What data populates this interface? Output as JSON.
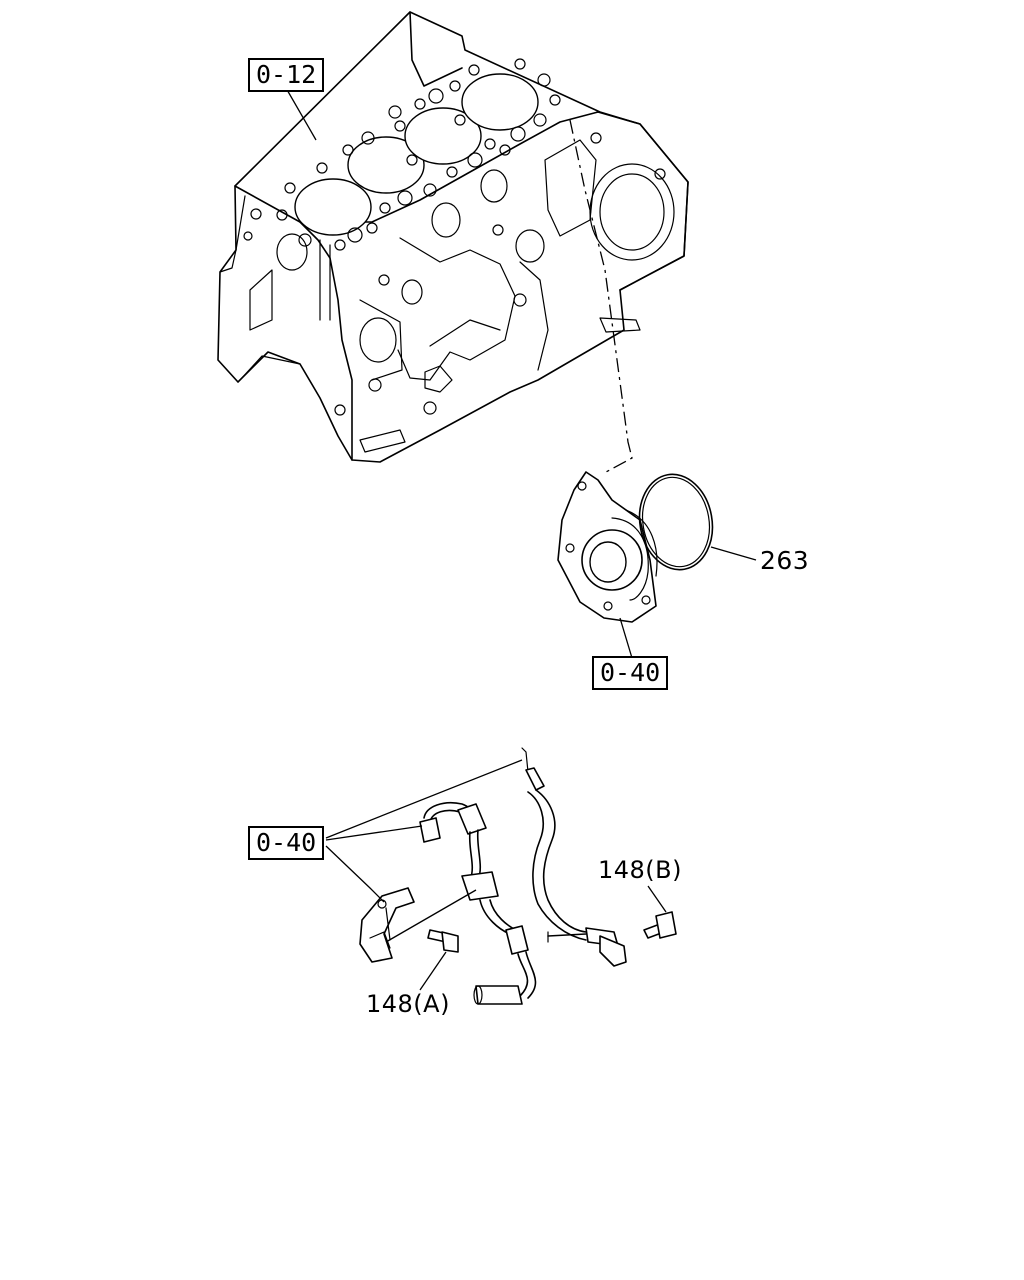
{
  "diagram": {
    "callouts": {
      "block_ref": "0-12",
      "cover_ref": "0-40",
      "oring": "263",
      "harness_ref": "0-40",
      "bolt_a": "148(A)",
      "bolt_b": "148(B)"
    }
  }
}
